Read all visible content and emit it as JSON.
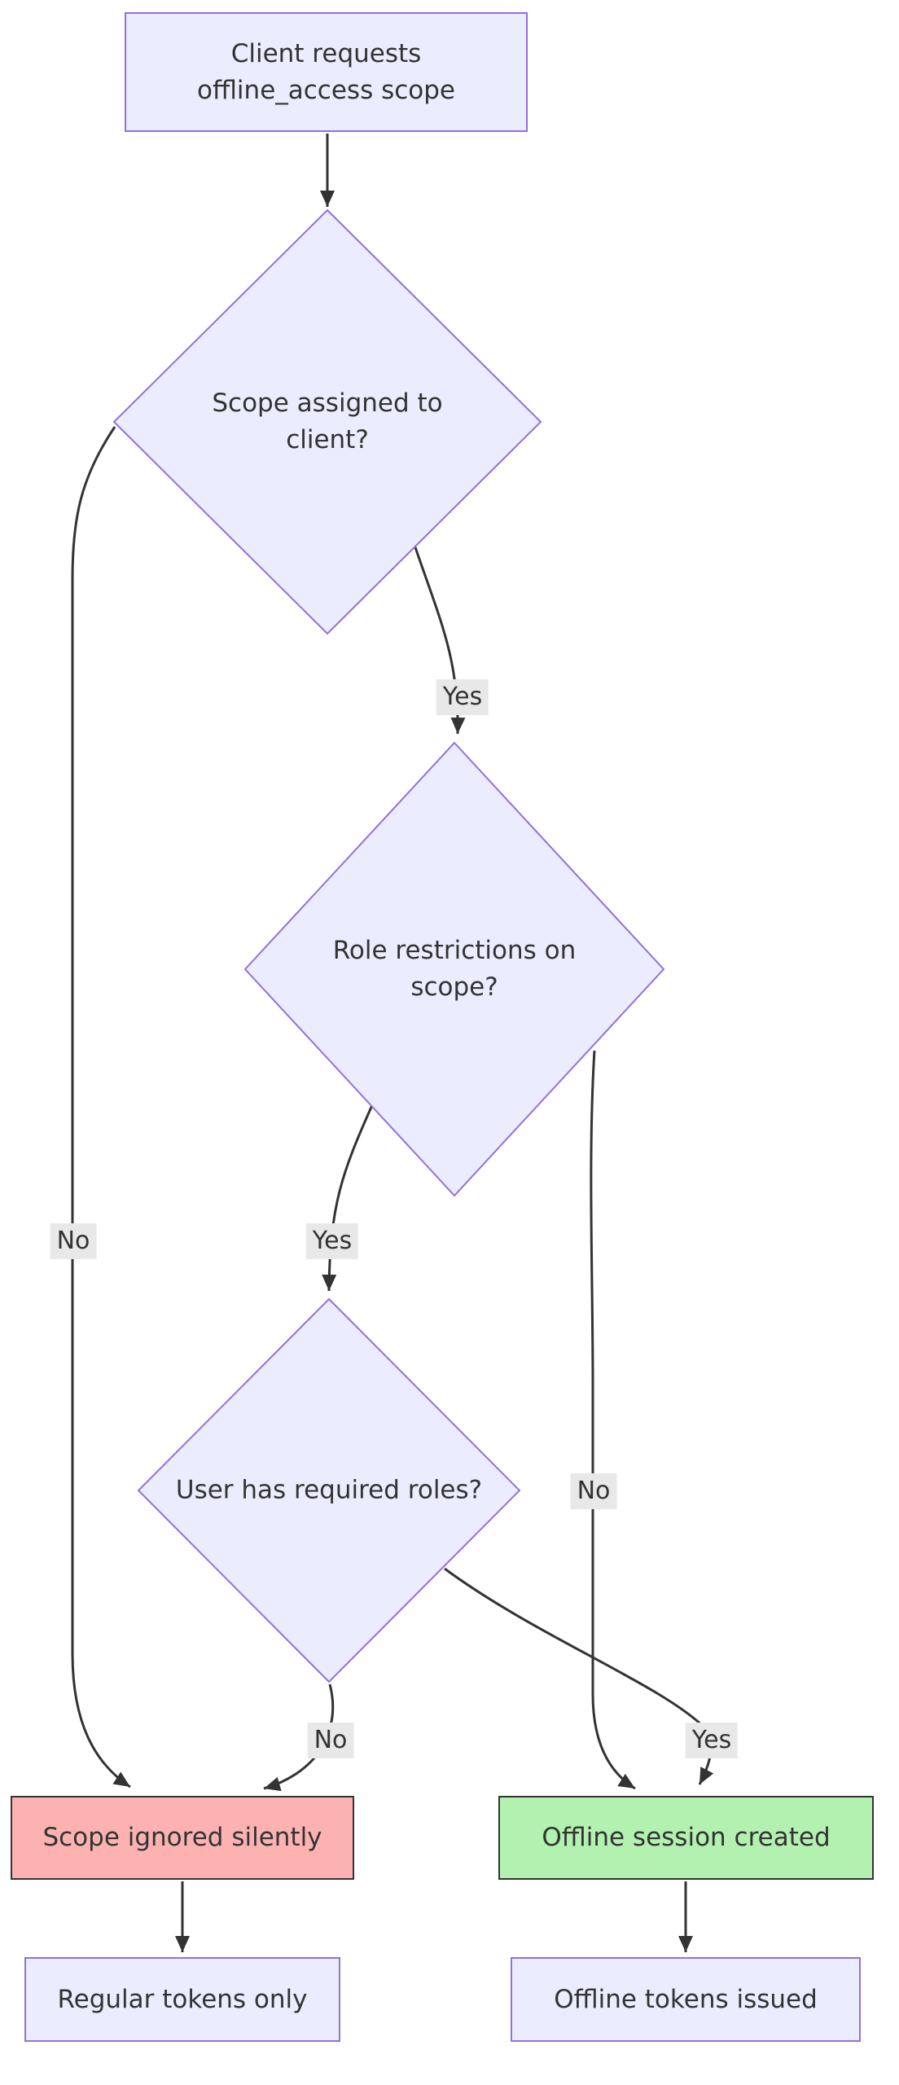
{
  "diagram": {
    "type": "flowchart-top-down",
    "nodes": {
      "client_request": {
        "line1": "Client requests",
        "line2": "offline_access scope"
      },
      "scope_assigned": {
        "line1": "Scope assigned to",
        "line2": "client?"
      },
      "role_restrictions": {
        "line1": "Role restrictions on",
        "line2": "scope?"
      },
      "user_has_roles": {
        "line1": "User has required roles?"
      },
      "scope_ignored": {
        "label": "Scope ignored silently"
      },
      "offline_session": {
        "label": "Offline session created"
      },
      "regular_tokens": {
        "label": "Regular tokens only"
      },
      "offline_tokens": {
        "label": "Offline tokens issued"
      }
    },
    "edges": [
      {
        "from": "client_request",
        "to": "scope_assigned",
        "label": ""
      },
      {
        "from": "scope_assigned",
        "to": "role_restrictions",
        "label": "Yes"
      },
      {
        "from": "scope_assigned",
        "to": "scope_ignored",
        "label": "No"
      },
      {
        "from": "role_restrictions",
        "to": "user_has_roles",
        "label": "Yes"
      },
      {
        "from": "role_restrictions",
        "to": "offline_session",
        "label": "No"
      },
      {
        "from": "user_has_roles",
        "to": "scope_ignored",
        "label": "No"
      },
      {
        "from": "user_has_roles",
        "to": "offline_session",
        "label": "Yes"
      },
      {
        "from": "scope_ignored",
        "to": "regular_tokens",
        "label": ""
      },
      {
        "from": "offline_session",
        "to": "offline_tokens",
        "label": ""
      }
    ],
    "colors": {
      "node_fill": "#ECECFF",
      "node_border": "#9370DB",
      "danger_fill": "#FDB2B2",
      "success_fill": "#B3F1B1",
      "result_border": "#333333",
      "edge": "#333333",
      "label_bg": "#E8E8E8",
      "text": "#333333"
    }
  }
}
